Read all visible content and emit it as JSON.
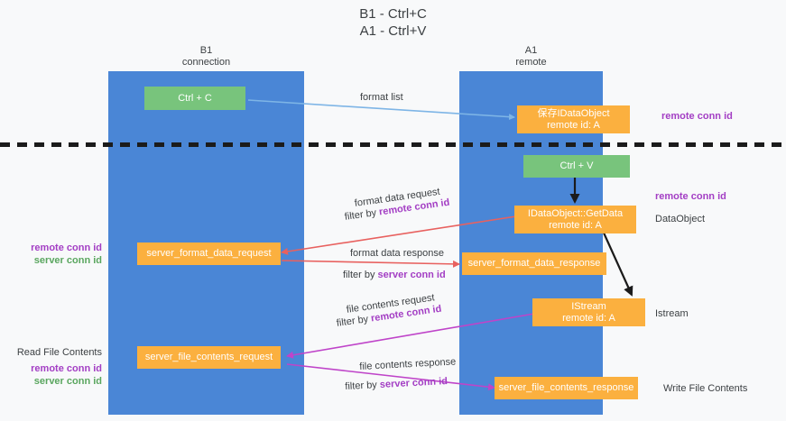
{
  "title": {
    "line1": "B1 - Ctrl+C",
    "line2": "A1 - Ctrl+V"
  },
  "columns": [
    {
      "name": "B1",
      "sub": "connection"
    },
    {
      "name": "A1",
      "sub": "remote"
    }
  ],
  "colors": {
    "lane": "#4a86d6",
    "green_node": "#78c47c",
    "orange_node": "#fbb03f",
    "purple_text": "#a33ec4",
    "green_text": "#5aa65f",
    "blue_arrow": "#7eb5e6",
    "red_arrow": "#e8615f",
    "magenta_arrow": "#bf44c9",
    "black_arrow": "#1b1b1b",
    "background": "#f8f9fa"
  },
  "nodes": {
    "ctrl_c": {
      "line1": "Ctrl + C"
    },
    "save_idataobject": {
      "line1": "保存IDataObject",
      "line2": "remote id: A"
    },
    "ctrl_v": {
      "line1": "Ctrl + V"
    },
    "getdata": {
      "line1": "IDataObject::GetData",
      "line2": "remote id: A"
    },
    "server_format_data_request": {
      "line1": "server_format_data_request"
    },
    "server_format_data_response": {
      "line1": "server_format_data_response"
    },
    "istream": {
      "line1": "IStream",
      "line2": "remote id: A"
    },
    "server_file_contents_request": {
      "line1": "server_file_contents_request"
    },
    "server_file_contents_response": {
      "line1": "server_file_contents_response"
    }
  },
  "edge_labels": {
    "format_list": "format list",
    "format_data_request": "format data request",
    "format_data_request_filter_prefix": "filter by ",
    "format_data_request_filter_key": "remote conn id",
    "format_data_response": "format data response",
    "format_data_response_filter_prefix": "filter by ",
    "format_data_response_filter_key": "server conn id",
    "file_contents_request": "file contents request",
    "file_contents_request_filter_prefix": "filter by ",
    "file_contents_request_filter_key": "remote conn id",
    "file_contents_response": "file contents response",
    "file_contents_response_filter_prefix": "filter by ",
    "file_contents_response_filter_key": "server conn id"
  },
  "right_annotations": {
    "remote_conn_id_top": "remote conn id",
    "remote_conn_id_mid": "remote conn id",
    "dataobject": "DataObject",
    "istream": "Istream",
    "write_file_contents": "Write File Contents"
  },
  "left_annotations": {
    "remote_conn_id_mid": "remote conn id",
    "server_conn_id_mid": "server conn id",
    "read_file_contents": "Read File Contents",
    "remote_conn_id_bottom": "remote conn id",
    "server_conn_id_bottom": "server conn id"
  }
}
